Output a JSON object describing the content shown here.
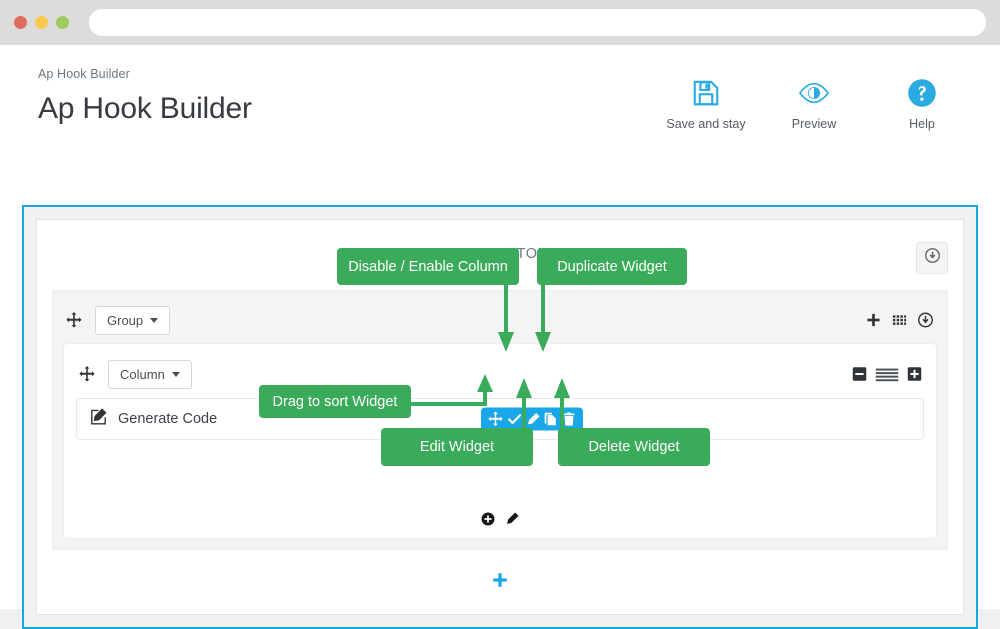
{
  "browser": {
    "url_value": "",
    "url_placeholder": ""
  },
  "header": {
    "breadcrumb": "Ap Hook Builder",
    "title": "Ap Hook Builder",
    "actions": [
      {
        "label": "Save and stay",
        "icon": "floppy-disk-icon"
      },
      {
        "label": "Preview",
        "icon": "eye-icon"
      },
      {
        "label": "Help",
        "icon": "question-circle-icon"
      }
    ]
  },
  "hook": {
    "title": "DISPLAYTOP",
    "collapse_icon": "arrow-circle-down-icon",
    "group": {
      "dropdown_label": "Group",
      "drag_icon": "arrows-move-icon",
      "tools": [
        {
          "icon": "plus-icon",
          "name": "add-group"
        },
        {
          "icon": "grid-icon",
          "name": "group-layout"
        },
        {
          "icon": "arrow-circle-down-icon",
          "name": "collapse-group"
        }
      ]
    },
    "column": {
      "dropdown_label": "Column",
      "drag_icon": "arrows-move-icon",
      "tools": [
        {
          "icon": "minus-square-icon",
          "name": "shrink-column"
        },
        {
          "icon": "align-justify-icon",
          "name": "column-width"
        },
        {
          "icon": "plus-square-icon",
          "name": "grow-column"
        }
      ],
      "footer_tools": [
        {
          "icon": "plus-circle-icon",
          "name": "add-widget"
        },
        {
          "icon": "pencil-icon",
          "name": "edit-column"
        }
      ]
    },
    "widget": {
      "icon": "pencil-square-icon",
      "label": "Generate Code",
      "toolbar": [
        {
          "icon": "arrows-move-icon",
          "name": "drag-widget"
        },
        {
          "icon": "check-icon",
          "name": "toggle-widget"
        },
        {
          "icon": "pencil-icon",
          "name": "edit-widget"
        },
        {
          "icon": "copy-icon",
          "name": "duplicate-widget"
        },
        {
          "icon": "trash-icon",
          "name": "delete-widget"
        }
      ]
    },
    "add_hook_icon": "plus-icon"
  },
  "annotations": {
    "disable_enable_column": "Disable / Enable Column",
    "duplicate_widget": "Duplicate Widget",
    "drag_to_sort_widget": "Drag to sort Widget",
    "edit_widget": "Edit Widget",
    "delete_widget": "Delete Widget"
  },
  "colors": {
    "accent_blue": "#18a5e0",
    "toolbar_blue": "#1aa7e8",
    "annotation_green": "#3aab5b",
    "title_text": "#363a41",
    "muted_text": "#6b7784"
  }
}
